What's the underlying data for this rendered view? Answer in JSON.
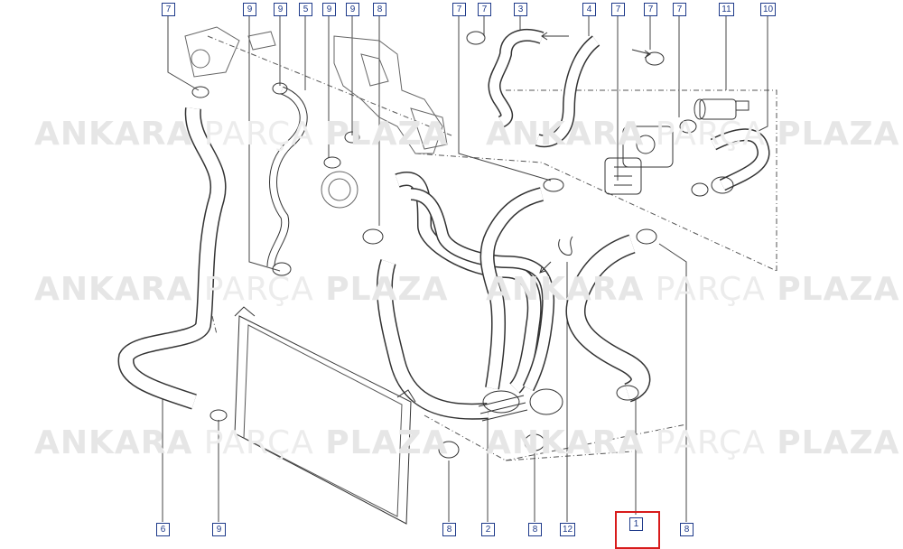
{
  "watermark": {
    "brand_bold": "ANKARA",
    "brand_light": "PARÇA",
    "brand_bold2": "PLAZA"
  },
  "colors": {
    "callout": "#1e3a8a",
    "highlight": "#d81b1b",
    "line": "#333333",
    "watermark": "#e6e6e6"
  },
  "callouts_top": [
    "7",
    "9",
    "9",
    "5",
    "9",
    "9",
    "8",
    "7",
    "7",
    "3",
    "4",
    "7",
    "7",
    "7",
    "11",
    "10"
  ],
  "callouts_bottom": [
    "6",
    "9",
    "8",
    "2",
    "8",
    "12",
    "1",
    "8"
  ],
  "highlighted_part": "1"
}
